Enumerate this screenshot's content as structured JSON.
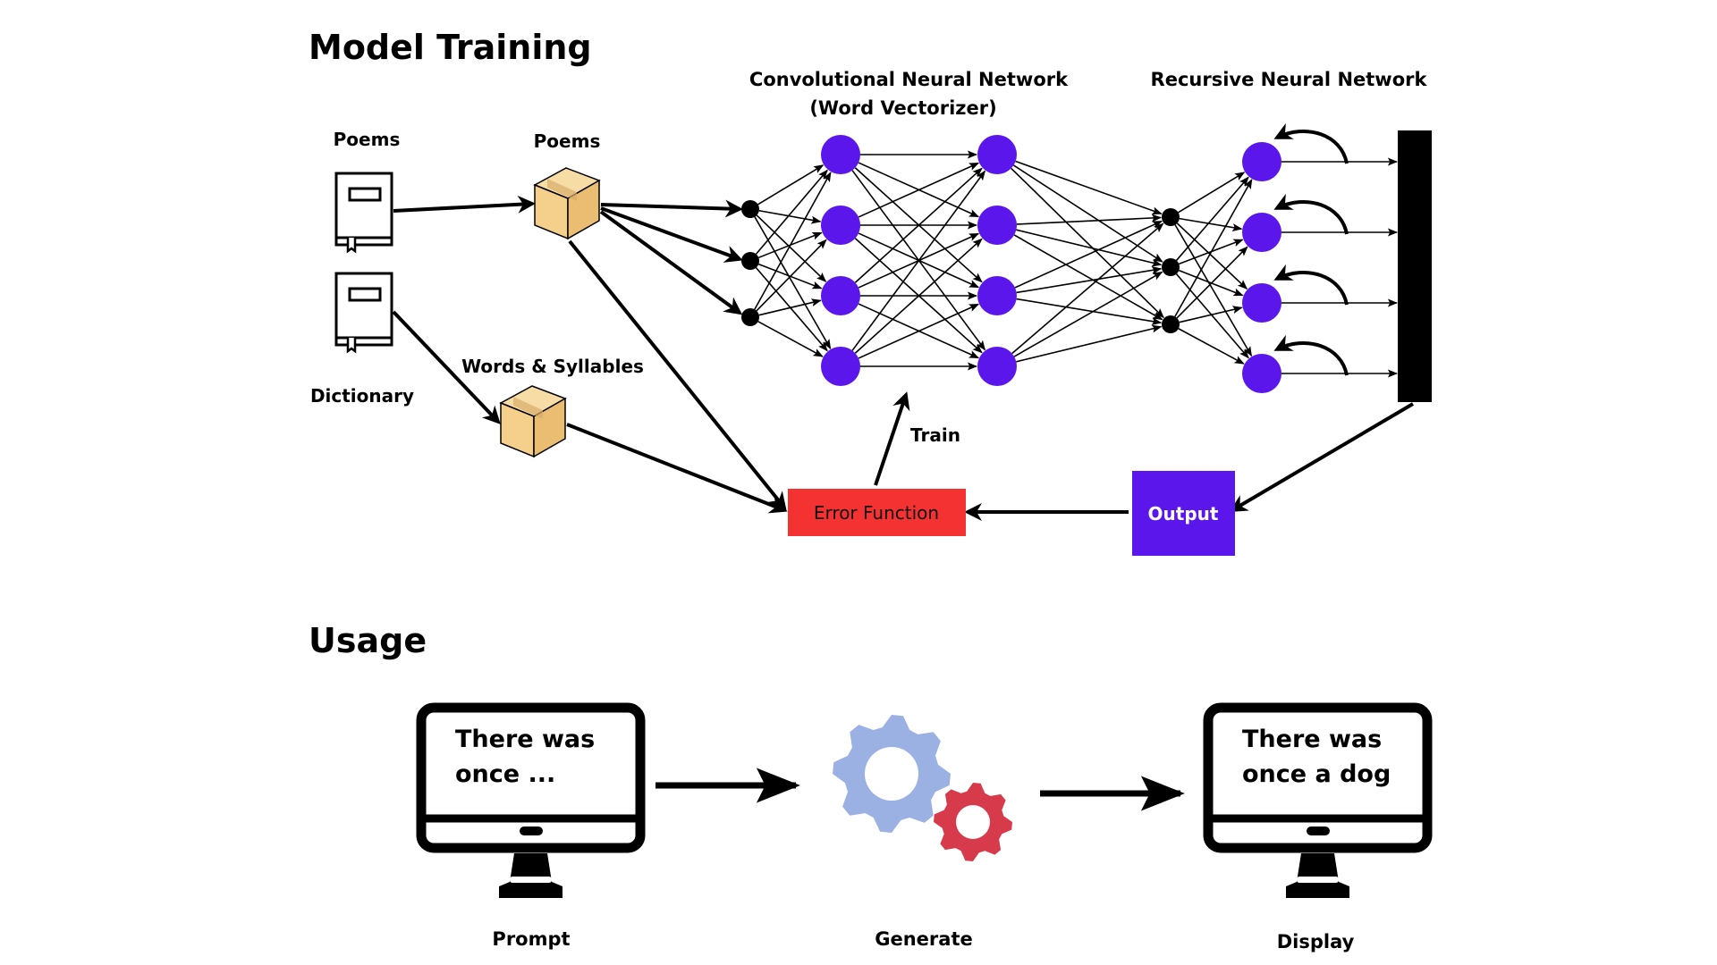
{
  "sections": {
    "training_title": "Model Training",
    "usage_title": "Usage"
  },
  "training": {
    "source_poems_label": "Poems",
    "source_dictionary_label": "Dictionary",
    "poems_box_label": "Poems",
    "words_box_label": "Words & Syllables",
    "cnn_title": "Convolutional Neural Network",
    "cnn_subtitle": "(Word Vectorizer)",
    "rnn_title": "Recursive Neural Network",
    "train_label": "Train",
    "error_function_label": "Error Function",
    "output_label": "Output"
  },
  "usage": {
    "prompt_screen_line1": "There was",
    "prompt_screen_line2": "once ...",
    "prompt_label": "Prompt",
    "generate_label": "Generate",
    "display_screen_line1": "There was",
    "display_screen_line2": "once a dog",
    "display_label": "Display"
  },
  "colors": {
    "neuron": "#5b16ec",
    "output_box": "#5b16ec",
    "error_box": "#f53232",
    "box_fill": "#f5cf8c",
    "gear_large": "#9bb0e3",
    "gear_small": "#d73a4a"
  }
}
